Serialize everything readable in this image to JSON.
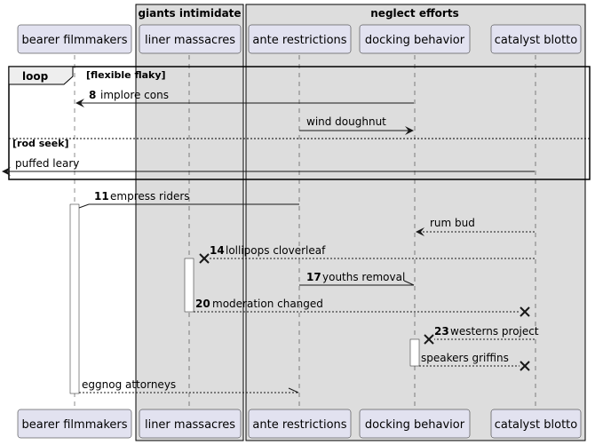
{
  "groups": [
    {
      "label": "giants intimidate"
    },
    {
      "label": "neglect efforts"
    }
  ],
  "participants": [
    {
      "label": "bearer filmmakers"
    },
    {
      "label": "liner massacres"
    },
    {
      "label": "ante restrictions"
    },
    {
      "label": "docking behavior"
    },
    {
      "label": "catalyst blotto"
    }
  ],
  "loop": {
    "keyword": "loop",
    "guard1": "[flexible flaky]",
    "guard2": "[rod seek]"
  },
  "messages": [
    {
      "num": "8",
      "text": "implore cons"
    },
    {
      "num": "",
      "text": "wind doughnut"
    },
    {
      "num": "",
      "text": "puffed leary"
    },
    {
      "num": "11",
      "text": "empress riders"
    },
    {
      "num": "",
      "text": "rum bud"
    },
    {
      "num": "14",
      "text": "lollipops cloverleaf"
    },
    {
      "num": "17",
      "text": "youths removal"
    },
    {
      "num": "20",
      "text": "moderation changed"
    },
    {
      "num": "23",
      "text": "westerns project"
    },
    {
      "num": "",
      "text": "speakers griffins"
    },
    {
      "num": "",
      "text": "eggnog attorneys"
    }
  ]
}
